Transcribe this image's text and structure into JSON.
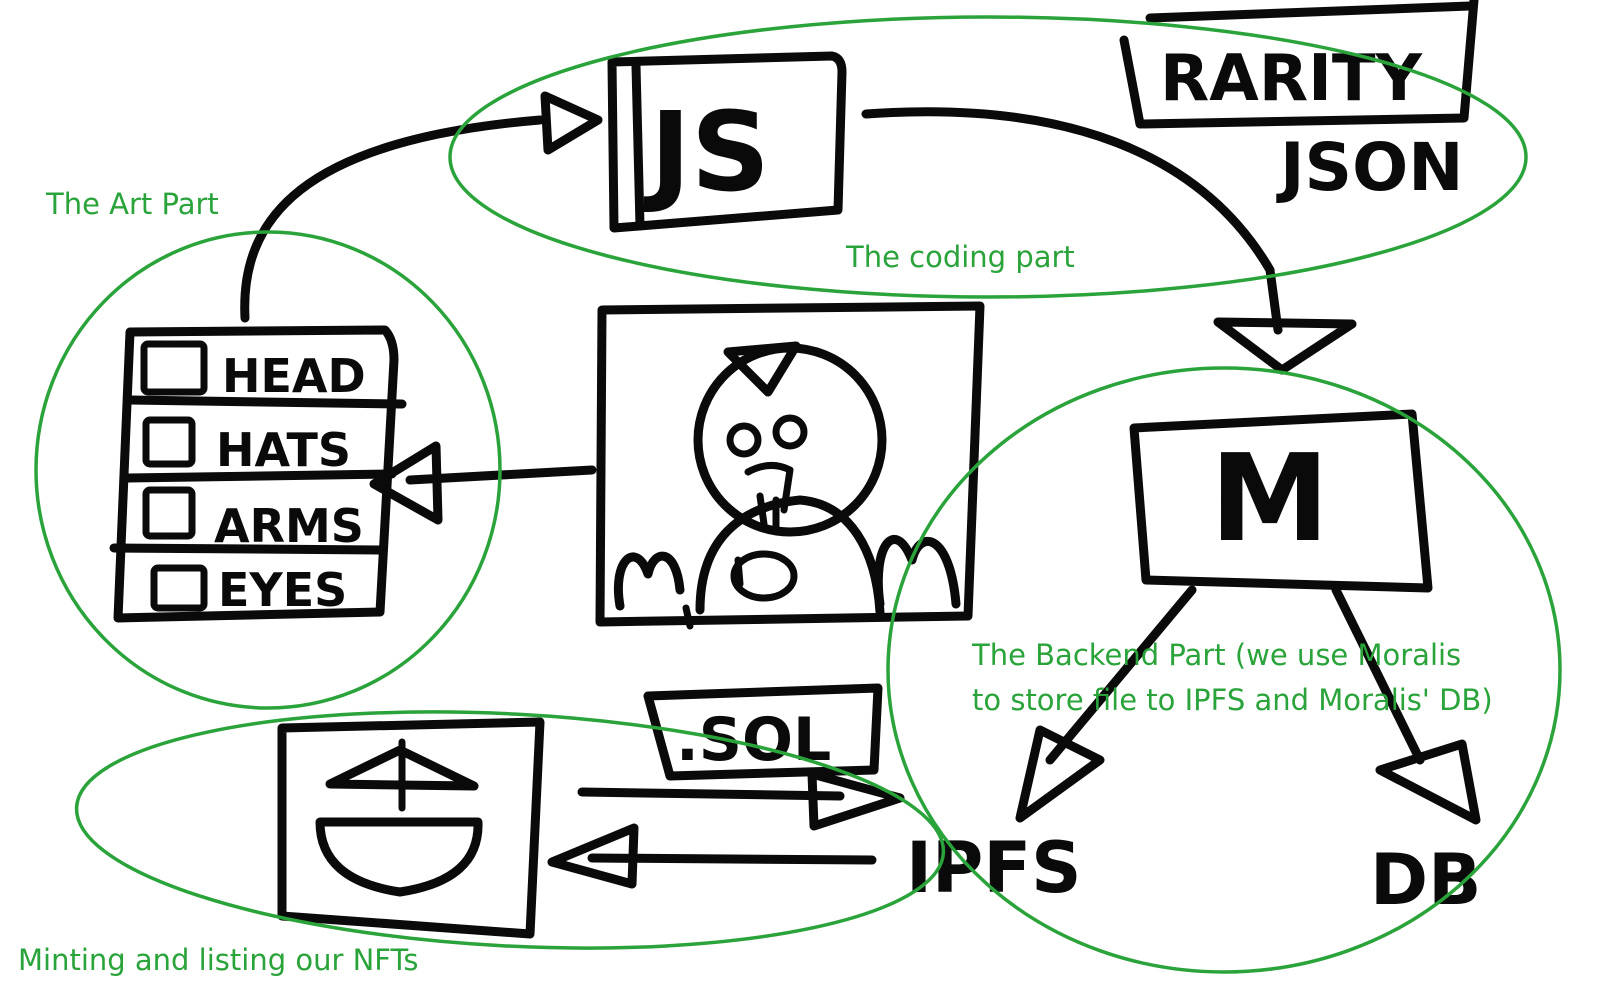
{
  "colors": {
    "annotation": "#2aa33a",
    "ink": "#0a0a0a"
  },
  "sketch": {
    "js_label": "JS",
    "rarity_label": "RARITY",
    "json_label": "JSON",
    "moralis_label": "M",
    "sol_label": ".SOL",
    "ipfs_label": "IPFS",
    "db_label": "DB",
    "layers": [
      "HEAD",
      "HATS",
      "ARMS",
      "EYES"
    ]
  },
  "annotations": {
    "art": "The Art Part",
    "coding": "The coding part",
    "backend_line1": "The Backend Part (we use Moralis",
    "backend_line2": "to store file to IPFS and Moralis' DB)",
    "minting": "Minting and listing our NFTs"
  }
}
